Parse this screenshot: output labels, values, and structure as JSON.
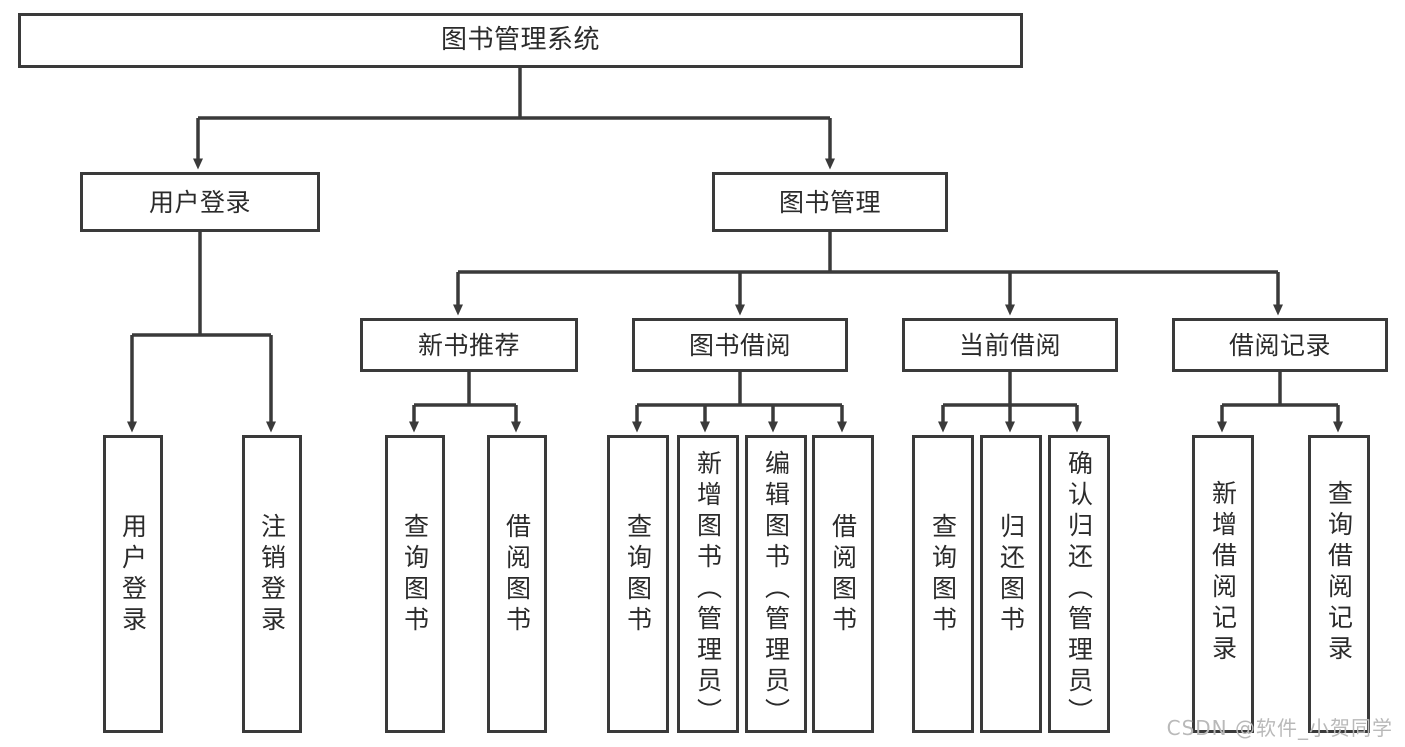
{
  "diagram": {
    "title": "图书管理系统",
    "watermark": "CSDN @软件_小贺同学",
    "root": {
      "label": "图书管理系统"
    },
    "level2": [
      {
        "label": "用户登录"
      },
      {
        "label": "图书管理"
      }
    ],
    "level3": [
      {
        "label": "新书推荐"
      },
      {
        "label": "图书借阅"
      },
      {
        "label": "当前借阅"
      },
      {
        "label": "借阅记录"
      }
    ],
    "leaves": {
      "user_login": [
        {
          "label": "用户登录"
        },
        {
          "label": "注销登录"
        }
      ],
      "new_book_rec": [
        {
          "label": "查询图书"
        },
        {
          "label": "借阅图书"
        }
      ],
      "book_borrow": [
        {
          "label": "查询图书"
        },
        {
          "label": "新增图书（管理员）"
        },
        {
          "label": "编辑图书（管理员）"
        },
        {
          "label": "借阅图书"
        }
      ],
      "current_borrow": [
        {
          "label": "查询图书"
        },
        {
          "label": "归还图书"
        },
        {
          "label": "确认归还（管理员）"
        }
      ],
      "borrow_record": [
        {
          "label": "新增借阅记录"
        },
        {
          "label": "查询借阅记录"
        }
      ]
    }
  },
  "colors": {
    "stroke": "#3a3a3a",
    "text": "#2b2b2b",
    "background": "#ffffff",
    "watermark": "#b9b9b9"
  }
}
